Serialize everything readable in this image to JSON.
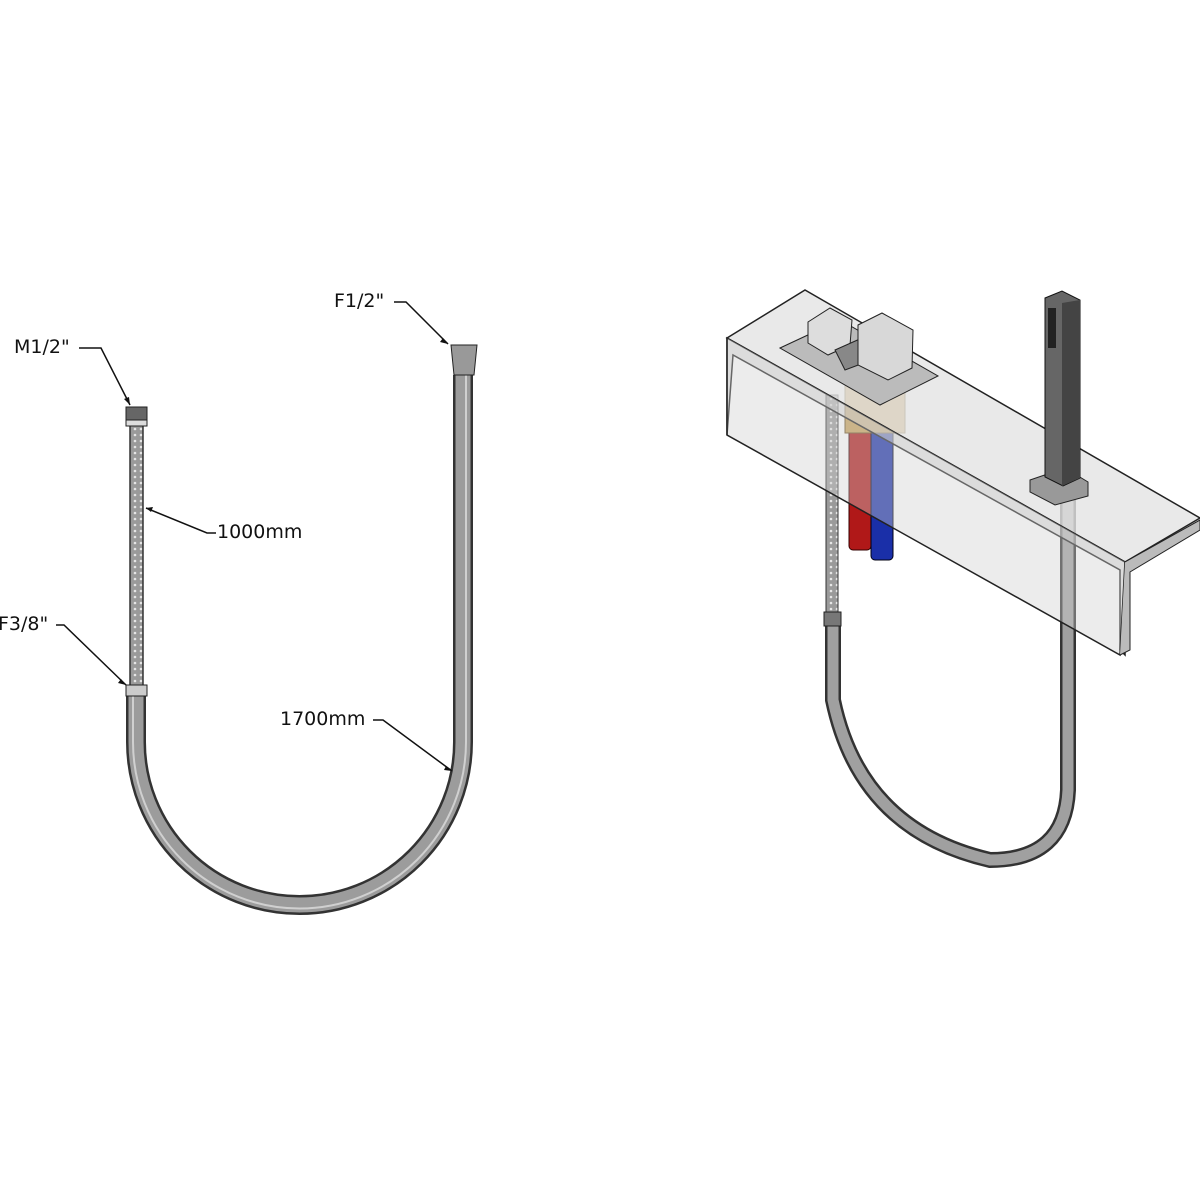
{
  "labels": {
    "top_fitting_braided": "M1/2\"",
    "braided_length": "1000mm",
    "bottom_fitting_braided": "F3/8\"",
    "top_fitting_shower": "F1/2\"",
    "shower_hose_length": "1700mm"
  },
  "colors": {
    "hot_pipe": "#b01818",
    "cold_pipe": "#1a2fa8",
    "brass": "#c9a25a",
    "chrome": "#8a8a8a"
  }
}
